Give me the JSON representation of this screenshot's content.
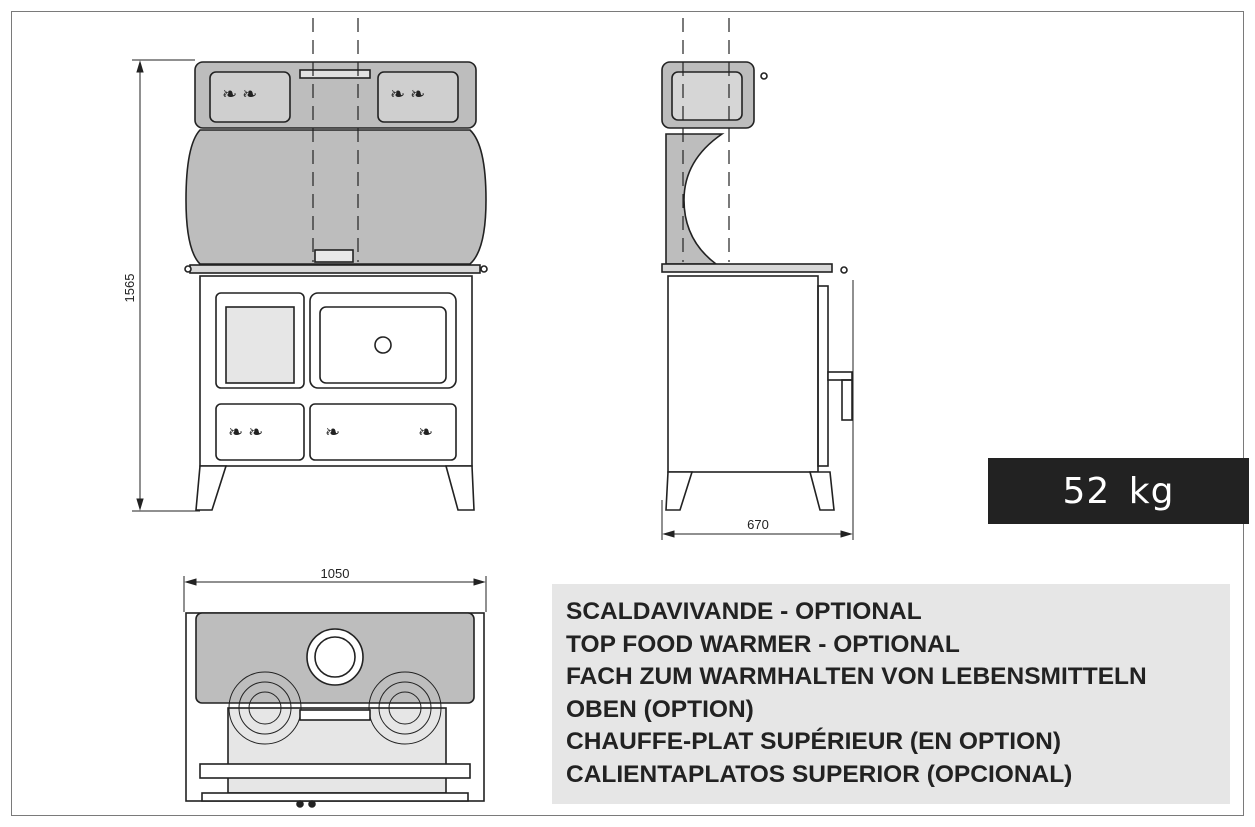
{
  "dimensions": {
    "height": "1565",
    "depth": "670",
    "width": "1050"
  },
  "weight": {
    "label": "52  kg"
  },
  "description": {
    "lines": [
      "SCALDAVIVANDE - OPTIONAL",
      "TOP FOOD WARMER - OPTIONAL",
      "FACH ZUM WARMHALTEN VON LEBENSMITTELN",
      "OBEN (OPTION)",
      "CHAUFFE-PLAT SUPÉRIEUR (EN OPTION)",
      "CALIENTAPLATOS SUPERIOR (OPCIONAL)"
    ]
  },
  "colors": {
    "panel_fill": "#bdbdbd",
    "line": "#222222",
    "badge_bg": "#222222",
    "desc_bg": "#e6e6e6"
  }
}
